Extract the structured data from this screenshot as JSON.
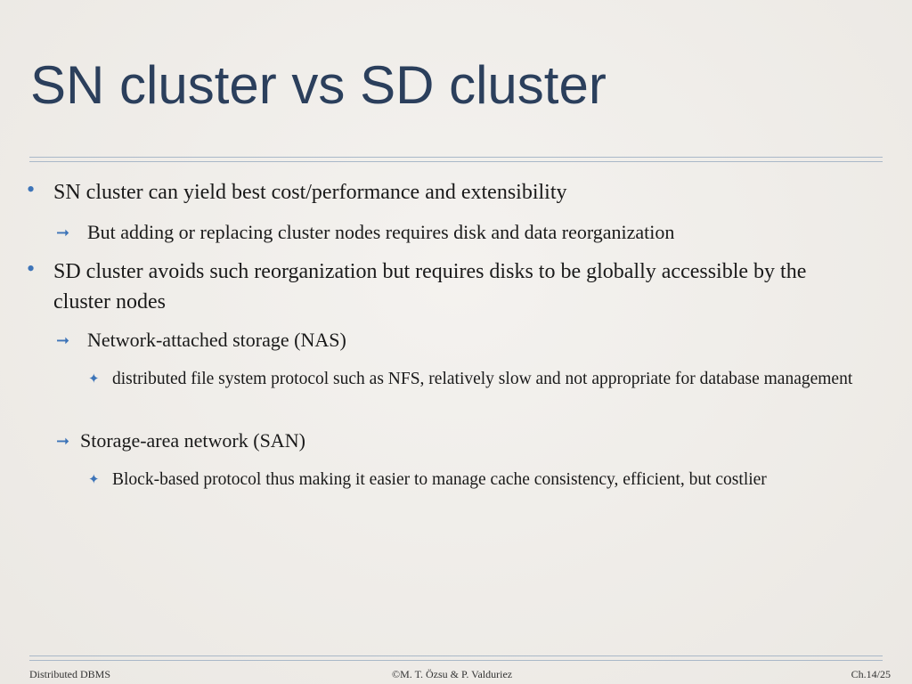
{
  "slide": {
    "title": "SN cluster vs SD cluster",
    "bullets": [
      {
        "text": "SN cluster can yield  best cost/performance and extensibility",
        "subs": [
          {
            "text": "But adding or replacing cluster nodes requires disk and data reorganization"
          }
        ]
      },
      {
        "text": "SD cluster avoids such reorganization but requires disks to be globally accessible by the cluster nodes",
        "subs": [
          {
            "text": "Network-attached storage (NAS)",
            "subs": [
              "distributed file system protocol such as NFS, relatively slow and not appropriate for database management"
            ]
          },
          {
            "text": "Storage-area network (SAN)",
            "subs": [
              "Block-based protocol thus making it easier to manage cache consistency, efficient, but costlier"
            ]
          }
        ]
      }
    ]
  },
  "footer": {
    "left": "Distributed DBMS",
    "center": "©M. T. Özsu & P. Valduriez",
    "right": "Ch.14/25"
  },
  "colors": {
    "title": "#2b3f5c",
    "accent": "#3d74b8",
    "rule": "#a9b8c8"
  }
}
